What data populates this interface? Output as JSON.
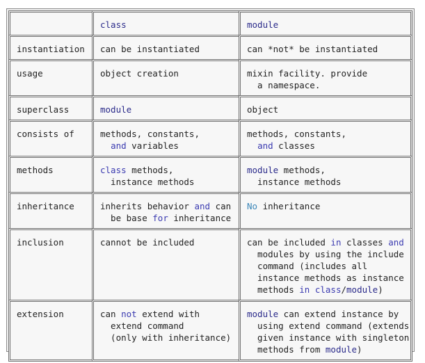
{
  "table": {
    "header": {
      "corner": "",
      "col_class": "class",
      "col_module": "module"
    },
    "rows": [
      {
        "label": "instantiation",
        "class": [
          {
            "t": "can be instantiated"
          }
        ],
        "module": [
          {
            "t": "can *not* be instantiated"
          }
        ]
      },
      {
        "label": "usage",
        "class": [
          {
            "t": "object creation"
          }
        ],
        "module": [
          {
            "t": "mixin facility. provide\n  a namespace."
          }
        ]
      },
      {
        "label": "superclass",
        "class": [
          {
            "t": "module",
            "c": "kw"
          }
        ],
        "module": [
          {
            "t": "object"
          }
        ]
      },
      {
        "label": "consists of",
        "class": [
          {
            "t": "methods, constants,\n  "
          },
          {
            "t": "and",
            "c": "kw2"
          },
          {
            "t": " variables"
          }
        ],
        "module": [
          {
            "t": "methods, constants,\n  "
          },
          {
            "t": "and",
            "c": "kw2"
          },
          {
            "t": " classes"
          }
        ]
      },
      {
        "label": "methods",
        "class": [
          {
            "t": "class",
            "c": "kw2"
          },
          {
            "t": " methods,\n  instance methods"
          }
        ],
        "module": [
          {
            "t": "module",
            "c": "kw"
          },
          {
            "t": " methods,\n  instance methods"
          }
        ]
      },
      {
        "label": "inheritance",
        "class": [
          {
            "t": "inherits behavior "
          },
          {
            "t": "and",
            "c": "kw2"
          },
          {
            "t": " can\n  be base "
          },
          {
            "t": "for",
            "c": "kw2"
          },
          {
            "t": " inheritance"
          }
        ],
        "module": [
          {
            "t": "No",
            "c": "cyan"
          },
          {
            "t": " inheritance"
          }
        ]
      },
      {
        "label": "inclusion",
        "class": [
          {
            "t": "cannot be included"
          }
        ],
        "module": [
          {
            "t": "can be included "
          },
          {
            "t": "in",
            "c": "kw2"
          },
          {
            "t": " classes "
          },
          {
            "t": "and",
            "c": "kw2"
          },
          {
            "t": "\n  modules by using the include\n  command (includes all\n  instance methods as instance\n  methods "
          },
          {
            "t": "in",
            "c": "kw2"
          },
          {
            "t": " "
          },
          {
            "t": "class",
            "c": "kw2"
          },
          {
            "t": "/"
          },
          {
            "t": "module",
            "c": "kw"
          },
          {
            "t": ")"
          }
        ]
      },
      {
        "label": "extension",
        "class": [
          {
            "t": "can "
          },
          {
            "t": "not",
            "c": "kw2"
          },
          {
            "t": " extend with\n  extend command\n  (only with inheritance)"
          }
        ],
        "module": [
          {
            "t": "module",
            "c": "kw"
          },
          {
            "t": " can extend instance by\n  using extend command (extends\n  given instance with singleton\n  methods from "
          },
          {
            "t": "module",
            "c": "kw"
          },
          {
            "t": ")"
          }
        ]
      }
    ]
  },
  "colors": {
    "keyword": "#2a2a8a",
    "keyword_alt": "#3a3ab0",
    "constant": "#3a86b8",
    "border": "#6f6f6f",
    "cell_bg": "#f7f7f7"
  }
}
